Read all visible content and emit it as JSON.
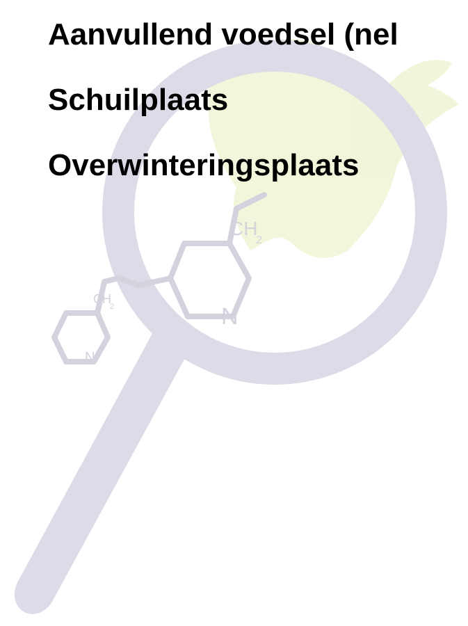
{
  "colors": {
    "background": "#ffffff",
    "text": "#000000",
    "magnifier": "#dcdce8",
    "leaf": "#f2f5d8",
    "formula": "#d6d6e0"
  },
  "icons": [
    "magnifying-glass-icon",
    "molecule-structure-icon",
    "leaf-icon"
  ],
  "watermark_formula": {
    "ch2_upper": "CH",
    "sub_upper": "2",
    "ch2_lower": "CH",
    "sub_lower": "2",
    "n_upper": "N",
    "n_lower": "N"
  },
  "items": [
    {
      "label": "Aanvullend voedsel (nel"
    },
    {
      "label": "Schuilplaats"
    },
    {
      "label": "Overwinteringsplaats"
    }
  ]
}
